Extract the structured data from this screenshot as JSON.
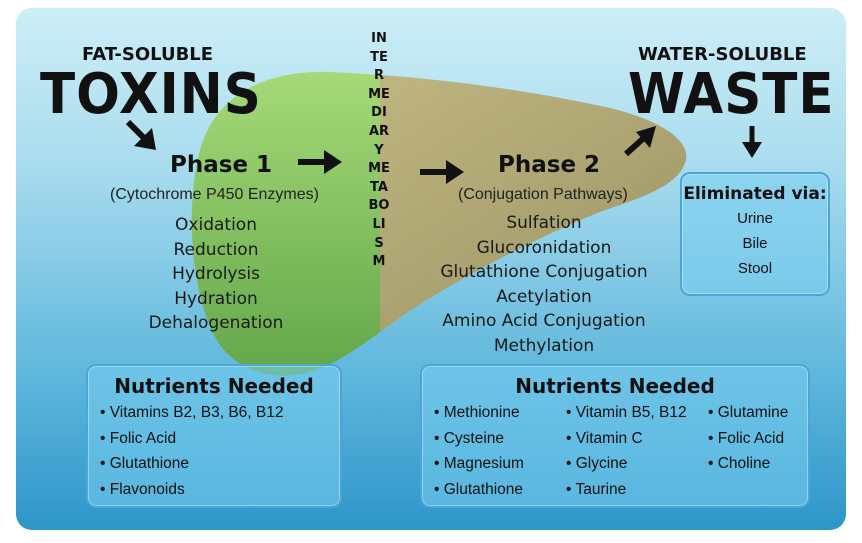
{
  "colors": {
    "phase1_liver": "#8ec95f",
    "phase2_liver": "#b6ac74",
    "box_fill": "#7cc9ec",
    "box_border": "#4aa6d6"
  },
  "fat_soluble": {
    "label": "FAT-SOLUBLE",
    "title": "TOXINS"
  },
  "water_soluble": {
    "label": "WATER-SOLUBLE",
    "title": "WASTE"
  },
  "intermediary": "INTERMEDIARY METABOLISM",
  "phase1": {
    "title": "Phase 1",
    "subtitle": "(Cytochrome P450 Enzymes)",
    "processes": [
      "Oxidation",
      "Reduction",
      "Hydrolysis",
      "Hydration",
      "Dehalogenation"
    ],
    "nutrients_title": "Nutrients Needed",
    "nutrients": [
      "Vitamins B2, B3, B6, B12",
      "Folic Acid",
      "Glutathione",
      "Flavonoids"
    ]
  },
  "phase2": {
    "title": "Phase 2",
    "subtitle": "(Conjugation Pathways)",
    "processes": [
      "Sulfation",
      "Glucoronidation",
      "Glutathione Conjugation",
      "Acetylation",
      "Amino Acid Conjugation",
      "Methylation"
    ],
    "nutrients_title": "Nutrients Needed",
    "nutrients_col1": [
      "Methionine",
      "Cysteine",
      "Magnesium",
      "Glutathione"
    ],
    "nutrients_col2": [
      "Vitamin B5, B12",
      "Vitamin C",
      "Glycine",
      "Taurine"
    ],
    "nutrients_col3": [
      "Glutamine",
      "Folic Acid",
      "Choline"
    ]
  },
  "elimination": {
    "title": "Eliminated via:",
    "items": [
      "Urine",
      "Bile",
      "Stool"
    ]
  }
}
